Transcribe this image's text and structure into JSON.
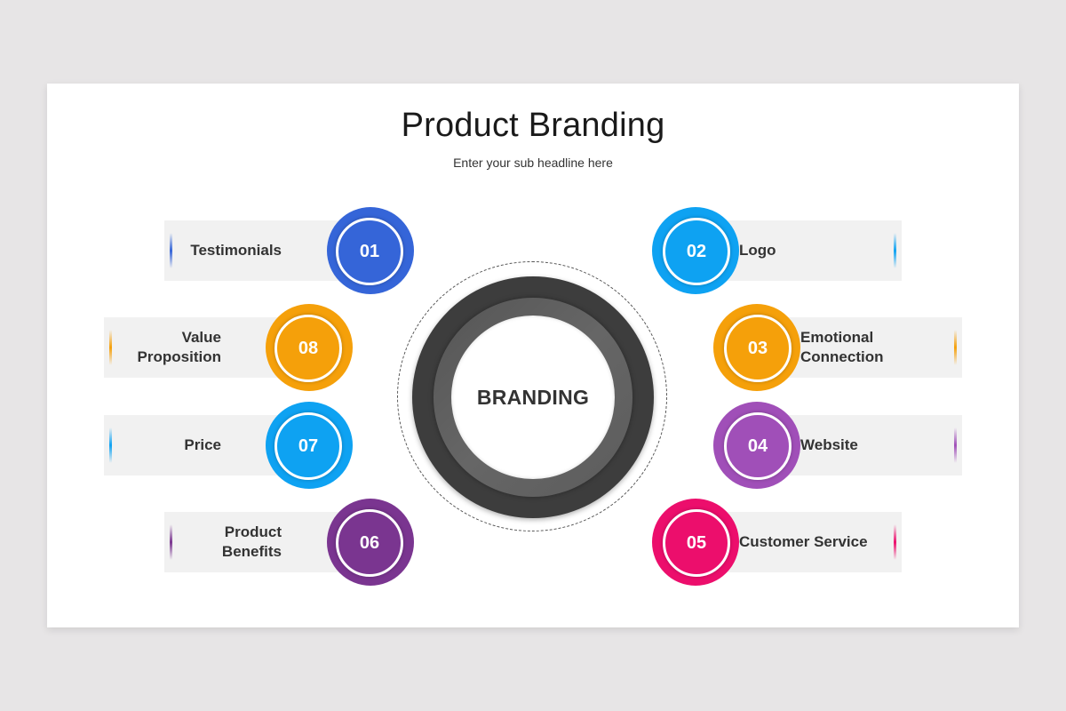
{
  "slide": {
    "title": "Product Branding",
    "subtitle": "Enter your sub headline here",
    "center_label": "BRANDING"
  },
  "items": [
    {
      "number": "01",
      "label": "Testimonials",
      "color": "#3565d8",
      "side": "left"
    },
    {
      "number": "02",
      "label": "Logo",
      "color": "#0ea2f2",
      "side": "right"
    },
    {
      "number": "03",
      "label": "Emotional Connection",
      "color": "#f5a00a",
      "side": "right"
    },
    {
      "number": "04",
      "label": "Website",
      "color": "#a04fb8",
      "side": "right"
    },
    {
      "number": "05",
      "label": "Customer Service",
      "color": "#ec0e6c",
      "side": "right"
    },
    {
      "number": "06",
      "label": "Product Benefits",
      "color": "#7a3590",
      "side": "left"
    },
    {
      "number": "07",
      "label": "Price",
      "color": "#0ea2f2",
      "side": "left"
    },
    {
      "number": "08",
      "label": "Value Proposition",
      "color": "#f5a00a",
      "side": "left"
    }
  ]
}
